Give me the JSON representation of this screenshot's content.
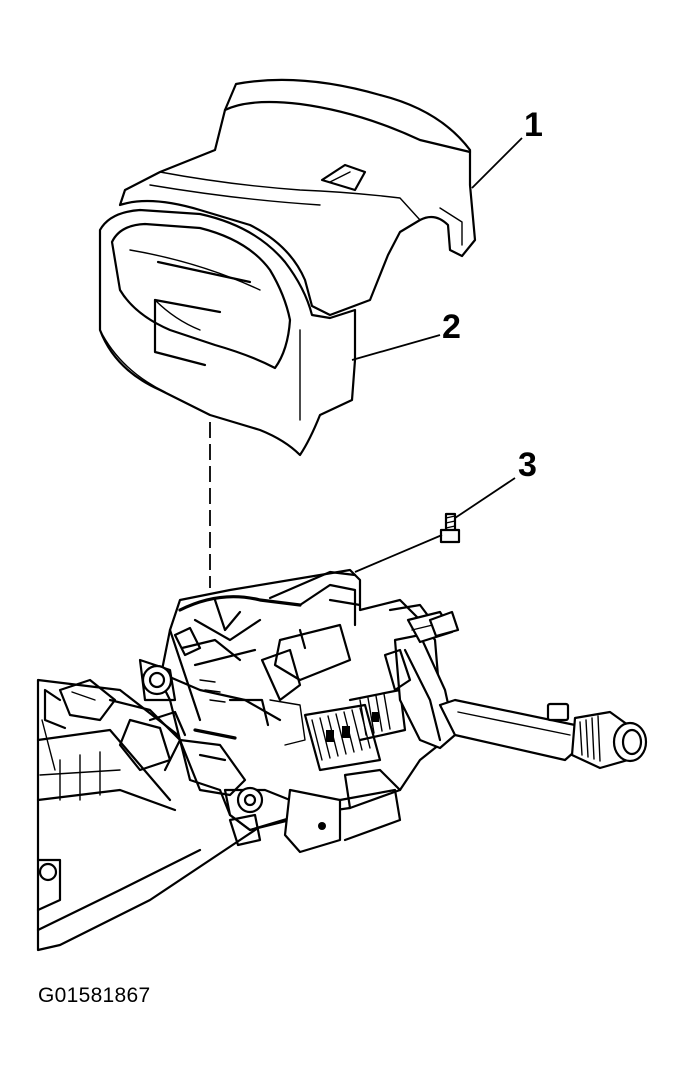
{
  "callouts": [
    {
      "label": "1",
      "part": "upper-shroud"
    },
    {
      "label": "2",
      "part": "lower-shroud"
    },
    {
      "label": "3",
      "part": "screw"
    }
  ],
  "figure_id": "G01581867"
}
